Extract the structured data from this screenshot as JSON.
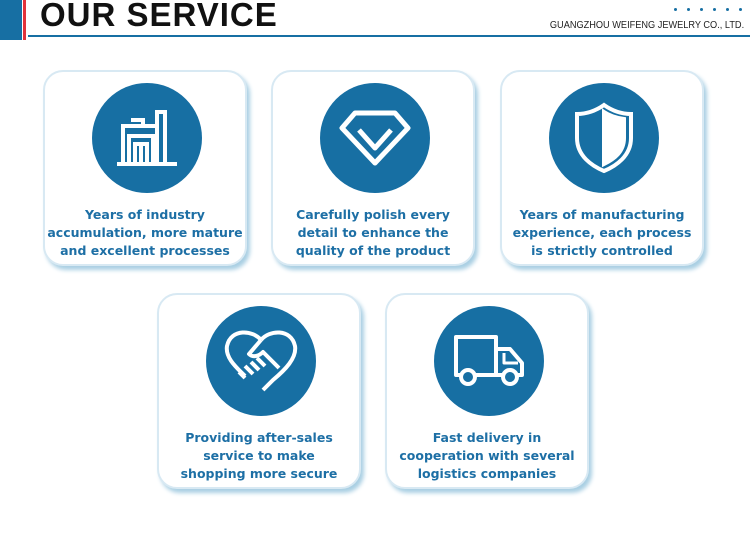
{
  "header": {
    "title": "OUR SERVICE",
    "company": "GUANGZHOU WEIFENG JEWELRY CO., LTD."
  },
  "cards": [
    {
      "icon": "factory-icon",
      "lines": [
        "Years of industry",
        "accumulation, more mature",
        "and excellent processes"
      ]
    },
    {
      "icon": "diamond-icon",
      "lines": [
        "Carefully polish every",
        "detail to enhance the",
        "quality of the product"
      ]
    },
    {
      "icon": "shield-icon",
      "lines": [
        "Years of manufacturing",
        "experience, each process",
        "is strictly controlled"
      ]
    },
    {
      "icon": "handshake-heart-icon",
      "lines": [
        "Providing after-sales",
        "service to make",
        "shopping more secure"
      ]
    },
    {
      "icon": "truck-icon",
      "lines": [
        "Fast delivery in",
        "cooperation with several",
        "logistics companies"
      ]
    }
  ]
}
